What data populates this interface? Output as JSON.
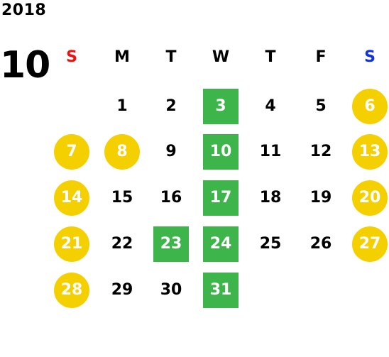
{
  "calendar": {
    "year": "2018",
    "month": "10",
    "colors": {
      "sunday": "#ee1111",
      "saturday": "#1133dd",
      "weekday": "#000000",
      "holiday_circle": "#f5d000",
      "event_square": "#3db54a",
      "highlight_text": "#ffffff"
    },
    "weekdays": [
      {
        "label": "S",
        "kind": "sunday"
      },
      {
        "label": "M",
        "kind": "weekday"
      },
      {
        "label": "T",
        "kind": "weekday"
      },
      {
        "label": "W",
        "kind": "weekday"
      },
      {
        "label": "T",
        "kind": "weekday"
      },
      {
        "label": "F",
        "kind": "weekday"
      },
      {
        "label": "S",
        "kind": "saturday"
      }
    ],
    "weeks": [
      [
        {
          "day": "",
          "style": "none"
        },
        {
          "day": "1",
          "style": "plain"
        },
        {
          "day": "2",
          "style": "plain"
        },
        {
          "day": "3",
          "style": "square"
        },
        {
          "day": "4",
          "style": "plain"
        },
        {
          "day": "5",
          "style": "plain"
        },
        {
          "day": "6",
          "style": "circle"
        }
      ],
      [
        {
          "day": "7",
          "style": "circle"
        },
        {
          "day": "8",
          "style": "circle"
        },
        {
          "day": "9",
          "style": "plain"
        },
        {
          "day": "10",
          "style": "square"
        },
        {
          "day": "11",
          "style": "plain"
        },
        {
          "day": "12",
          "style": "plain"
        },
        {
          "day": "13",
          "style": "circle"
        }
      ],
      [
        {
          "day": "14",
          "style": "circle"
        },
        {
          "day": "15",
          "style": "plain"
        },
        {
          "day": "16",
          "style": "plain"
        },
        {
          "day": "17",
          "style": "square"
        },
        {
          "day": "18",
          "style": "plain"
        },
        {
          "day": "19",
          "style": "plain"
        },
        {
          "day": "20",
          "style": "circle"
        }
      ],
      [
        {
          "day": "21",
          "style": "circle"
        },
        {
          "day": "22",
          "style": "plain"
        },
        {
          "day": "23",
          "style": "square"
        },
        {
          "day": "24",
          "style": "square"
        },
        {
          "day": "25",
          "style": "plain"
        },
        {
          "day": "26",
          "style": "plain"
        },
        {
          "day": "27",
          "style": "circle"
        }
      ],
      [
        {
          "day": "28",
          "style": "circle"
        },
        {
          "day": "29",
          "style": "plain"
        },
        {
          "day": "30",
          "style": "plain"
        },
        {
          "day": "31",
          "style": "square"
        },
        {
          "day": "",
          "style": "none"
        },
        {
          "day": "",
          "style": "none"
        },
        {
          "day": "",
          "style": "none"
        }
      ]
    ]
  }
}
